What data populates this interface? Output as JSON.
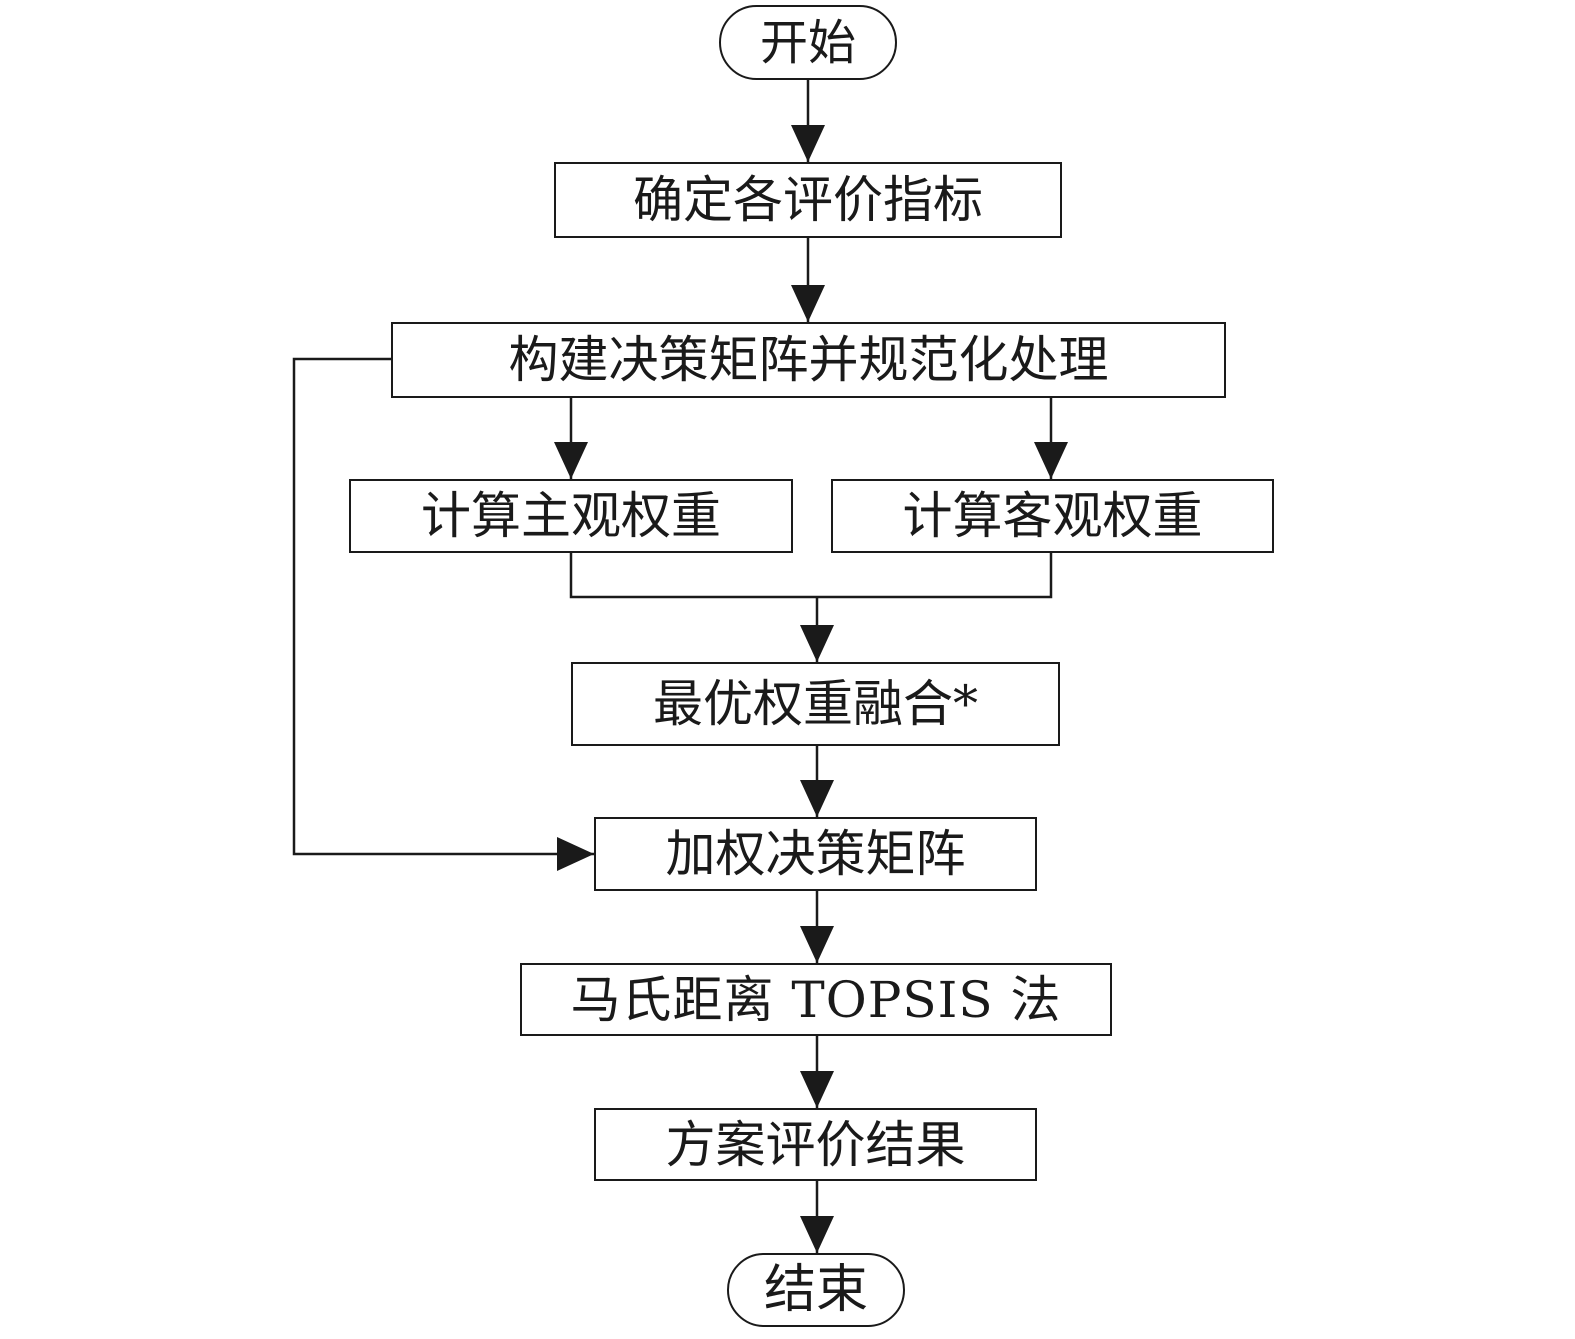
{
  "flowchart": {
    "start": "开始",
    "step1": "确定各评价指标",
    "step2": "构建决策矩阵并规范化处理",
    "step3a": "计算主观权重",
    "step3b": "计算客观权重",
    "step4": "最优权重融合*",
    "step5": "加权决策矩阵",
    "step6": "马氏距离 TOPSIS 法",
    "step7": "方案评价结果",
    "end": "结束"
  }
}
